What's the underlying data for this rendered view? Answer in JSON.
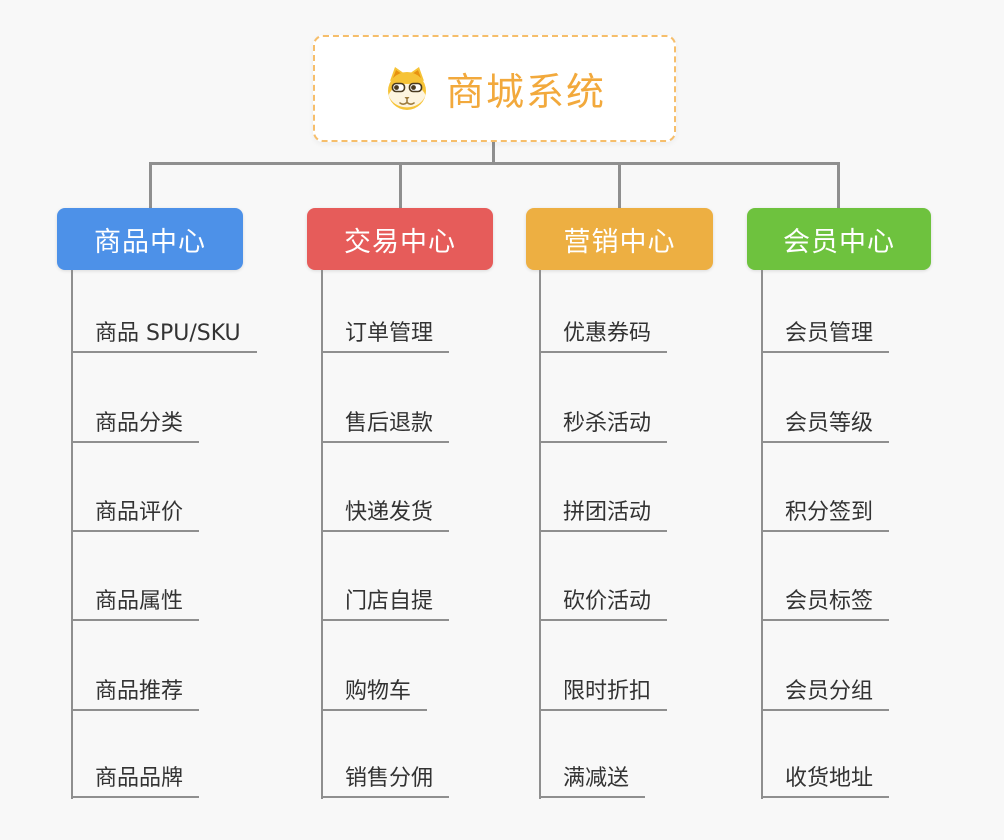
{
  "root": {
    "title": "商城系统",
    "icon": "dog-face-icon"
  },
  "branches": [
    {
      "label": "商品中心",
      "color": "#4d91e8",
      "items": [
        "商品 SPU/SKU",
        "商品分类",
        "商品评价",
        "商品属性",
        "商品推荐",
        "商品品牌"
      ]
    },
    {
      "label": "交易中心",
      "color": "#e65c5a",
      "items": [
        "订单管理",
        "售后退款",
        "快递发货",
        "门店自提",
        "购物车",
        "销售分佣"
      ]
    },
    {
      "label": "营销中心",
      "color": "#edaf42",
      "items": [
        "优惠券码",
        "秒杀活动",
        "拼团活动",
        "砍价活动",
        "限时折扣",
        "满减送"
      ]
    },
    {
      "label": "会员中心",
      "color": "#6ec23e",
      "items": [
        "会员管理",
        "会员等级",
        "积分签到",
        "会员标签",
        "会员分组",
        "收货地址"
      ]
    }
  ],
  "colors": {
    "background": "#f8f8f8",
    "connector": "#8f8f8f",
    "root_title": "#f2a93c",
    "root_border": "#f6be6b",
    "leaf_text": "#333333"
  }
}
